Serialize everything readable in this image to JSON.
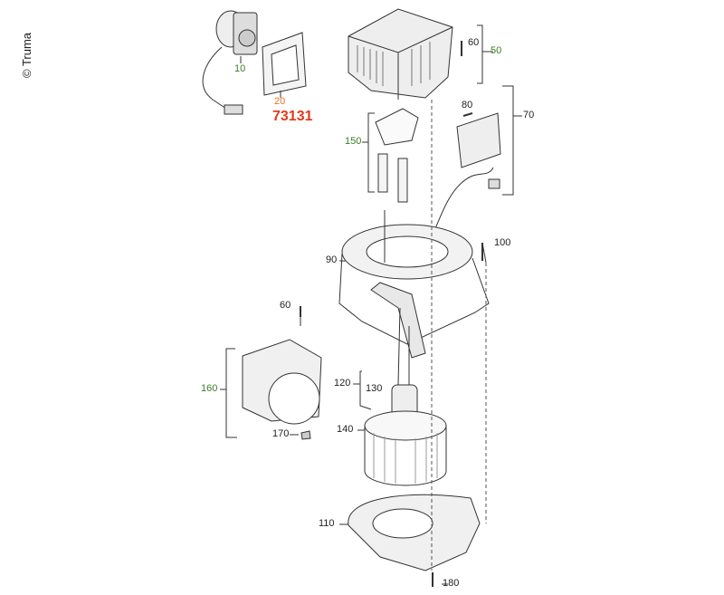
{
  "copyright": "© Truma",
  "part_number": "73131",
  "colors": {
    "green": "#3a7d2a",
    "orange": "#e8731e",
    "red": "#e03a1e"
  },
  "labels": {
    "l10": "10",
    "l20": "20",
    "l60a": "60",
    "l50": "50",
    "l80": "80",
    "l70": "70",
    "l150": "150",
    "l100": "100",
    "l90": "90",
    "l60b": "60",
    "l160": "160",
    "l120": "120",
    "l130": "130",
    "l140": "140",
    "l170": "170",
    "l110": "110",
    "l180": "180"
  }
}
